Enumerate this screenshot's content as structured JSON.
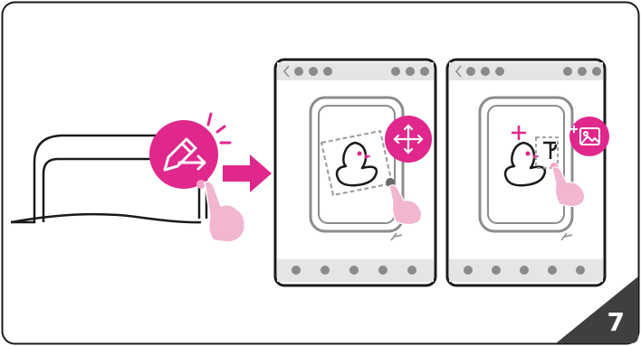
{
  "step": {
    "number": "7"
  },
  "colors": {
    "accent": "#E0278C",
    "accent_light": "#F3A3C8",
    "skin": "#F2B6D0",
    "outline": "#1A1A1A",
    "frame_gray": "#8C8C8C",
    "bar_gray": "#E5E5E5",
    "dot_gray": "#8A8A8A",
    "corner_badge": "#3F3F3F"
  },
  "icons": {
    "edit_bubble": "pencil-arrow-icon",
    "move_bubble": "move-arrows-icon",
    "add_image_bubble": "add-image-icon",
    "subject": "duck-icon",
    "transition": "right-arrow-icon"
  },
  "screens": [
    {
      "name": "move-pattern-screen",
      "top_left_dots": 3,
      "top_right_dots": 3,
      "bottom_dots": 5
    },
    {
      "name": "add-pattern-screen",
      "top_left_dots": 3,
      "top_right_dots": 3,
      "bottom_dots": 5
    }
  ]
}
